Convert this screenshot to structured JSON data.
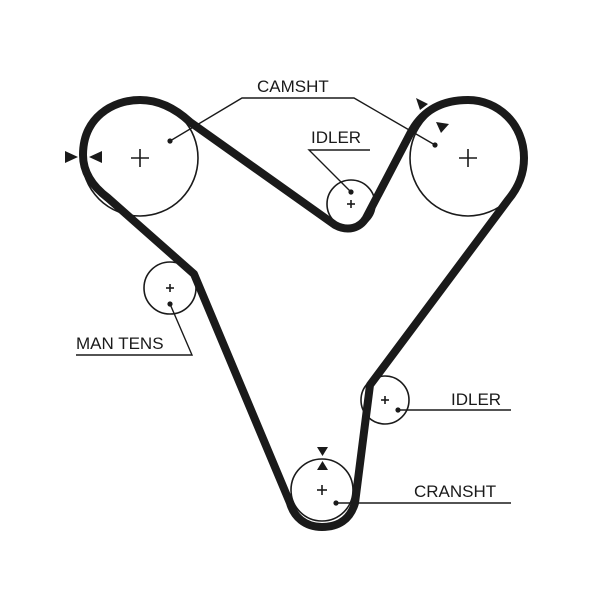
{
  "labels": {
    "camshaft": "CAMSHT",
    "idler_top": "IDLER",
    "idler_right": "IDLER",
    "manual_tensioner": "MAN TENS",
    "crankshaft": "CRANSHT"
  }
}
